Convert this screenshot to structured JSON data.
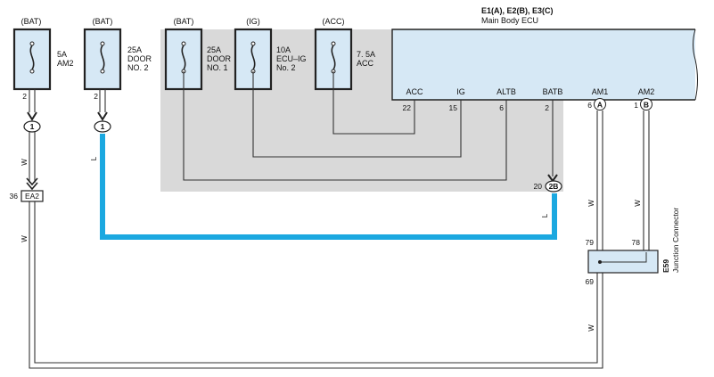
{
  "colors": {
    "background": "#ffffff",
    "wire": "#333333",
    "highlight_wire": "#1ba8e0",
    "ecu_fill": "#d6e8f5",
    "shaded_region": "#d9d9d9",
    "fuse_fill": "#d6e8f5",
    "junction_fill": "#d6e8f5"
  },
  "ecu": {
    "title": "E1(A), E2(B), E3(C)",
    "subtitle": "Main Body ECU",
    "terminals": [
      {
        "name": "ACC",
        "pin": "22"
      },
      {
        "name": "IG",
        "pin": "15"
      },
      {
        "name": "ALTB",
        "pin": "6"
      },
      {
        "name": "BATB",
        "pin": "2"
      },
      {
        "name": "AM1",
        "pin": "6",
        "connector": "A"
      },
      {
        "name": "AM2",
        "pin": "1",
        "connector": "B"
      }
    ]
  },
  "fuses": [
    {
      "source": "(BAT)",
      "lines": [
        "5A",
        "AM2"
      ],
      "pin": "2",
      "icon": "fuse-icon"
    },
    {
      "source": "(BAT)",
      "lines": [
        "25A",
        "DOOR",
        "NO. 2"
      ],
      "pin": "2",
      "icon": "fuse-icon"
    },
    {
      "source": "(BAT)",
      "lines": [
        "25A",
        "DOOR",
        "NO. 1"
      ],
      "icon": "fuse-icon"
    },
    {
      "source": "(IG)",
      "lines": [
        "10A",
        "ECU–IG",
        "No. 2"
      ],
      "icon": "fuse-icon"
    },
    {
      "source": "(ACC)",
      "lines": [
        "7. 5A",
        "ACC"
      ],
      "icon": "fuse-icon"
    }
  ],
  "connectors": {
    "c1_left": "1",
    "c1_right": "1",
    "ea2": {
      "pin": "36",
      "name": "EA2"
    },
    "c2b": {
      "pin": "20",
      "name": "2B"
    }
  },
  "wire_labels": {
    "w_left_upper": "W",
    "w_left_lower": "W",
    "l_blue_left": "L",
    "l_blue_right": "L",
    "w_am1": "W",
    "w_am2": "W",
    "w_bottom": "W"
  },
  "junction": {
    "id": "E59",
    "name": "Junction Connector",
    "pin_in_left": "79",
    "pin_in_right": "78",
    "pin_out": "69"
  }
}
